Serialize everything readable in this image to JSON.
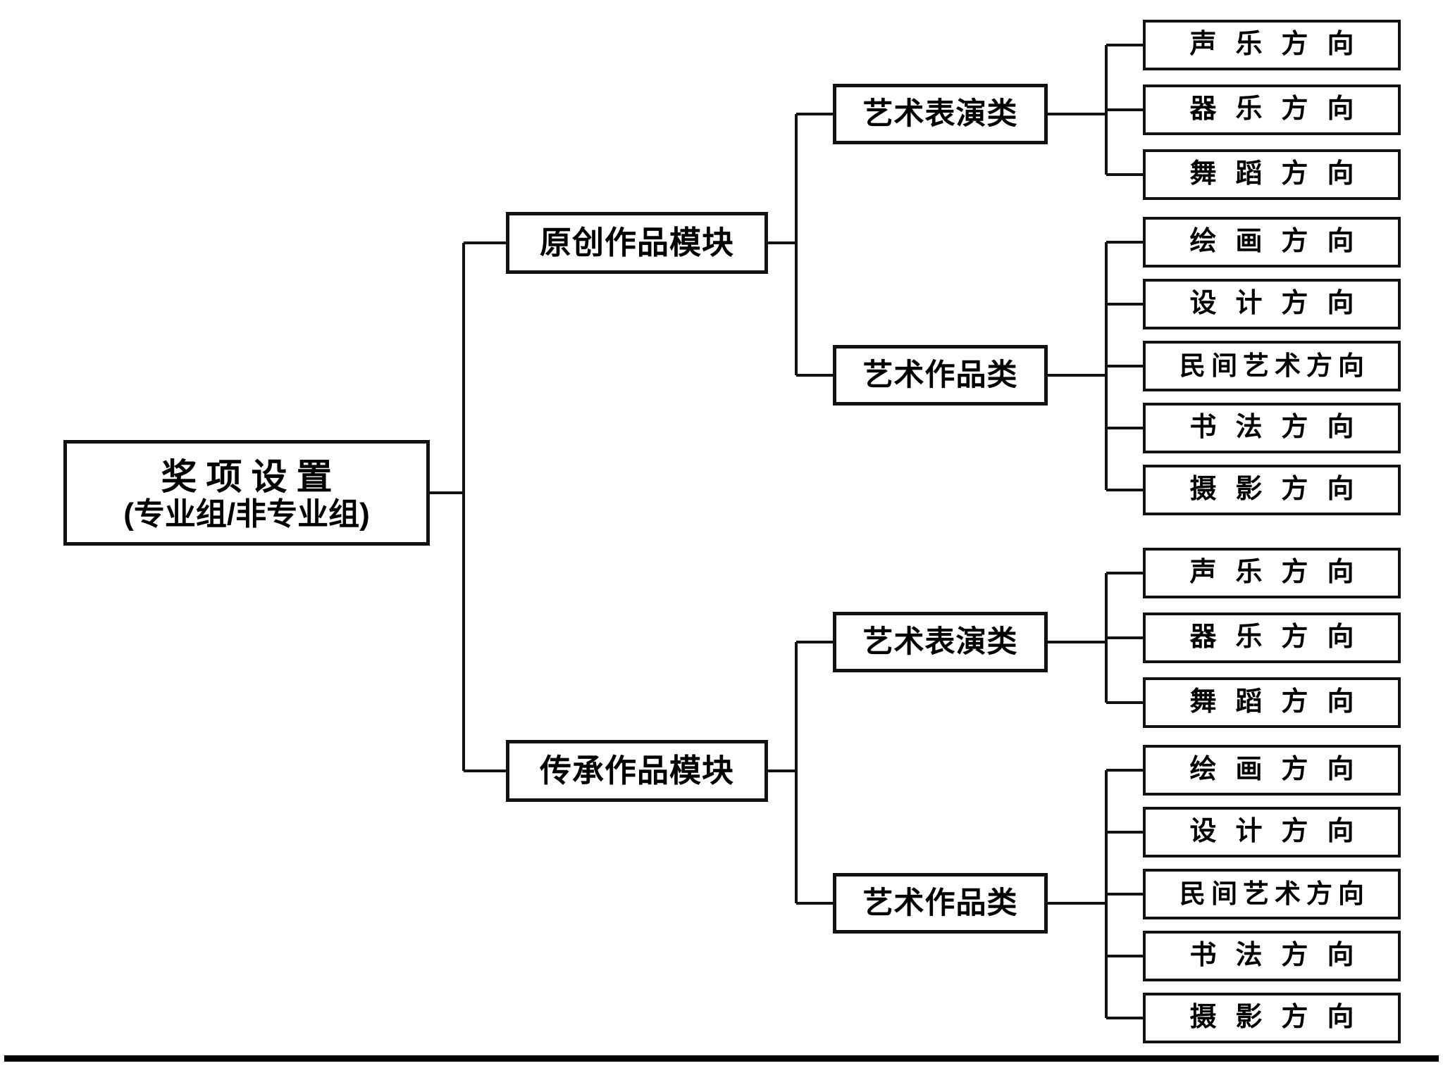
{
  "diagram": {
    "title_line1": "奖项设置",
    "title_line2": "(专业组/非专业组)",
    "stroke_color": "#111111",
    "background_color": "#ffffff",
    "bottom_rule": true
  },
  "root": {
    "label_line1": "奖项设置",
    "label_line2": "(专业组/非专业组)"
  },
  "modules": [
    {
      "label": "原创作品模块",
      "categories": [
        {
          "label": "艺术表演类",
          "leaves": [
            {
              "label": "声乐方向"
            },
            {
              "label": "器乐方向"
            },
            {
              "label": "舞蹈方向"
            }
          ]
        },
        {
          "label": "艺术作品类",
          "leaves": [
            {
              "label": "绘画方向"
            },
            {
              "label": "设计方向"
            },
            {
              "label": "民间艺术方向"
            },
            {
              "label": "书法方向"
            },
            {
              "label": "摄影方向"
            }
          ]
        }
      ]
    },
    {
      "label": "传承作品模块",
      "categories": [
        {
          "label": "艺术表演类",
          "leaves": [
            {
              "label": "声乐方向"
            },
            {
              "label": "器乐方向"
            },
            {
              "label": "舞蹈方向"
            }
          ]
        },
        {
          "label": "艺术作品类",
          "leaves": [
            {
              "label": "绘画方向"
            },
            {
              "label": "设计方向"
            },
            {
              "label": "民间艺术方向"
            },
            {
              "label": "书法方向"
            },
            {
              "label": "摄影方向"
            }
          ]
        }
      ]
    }
  ]
}
